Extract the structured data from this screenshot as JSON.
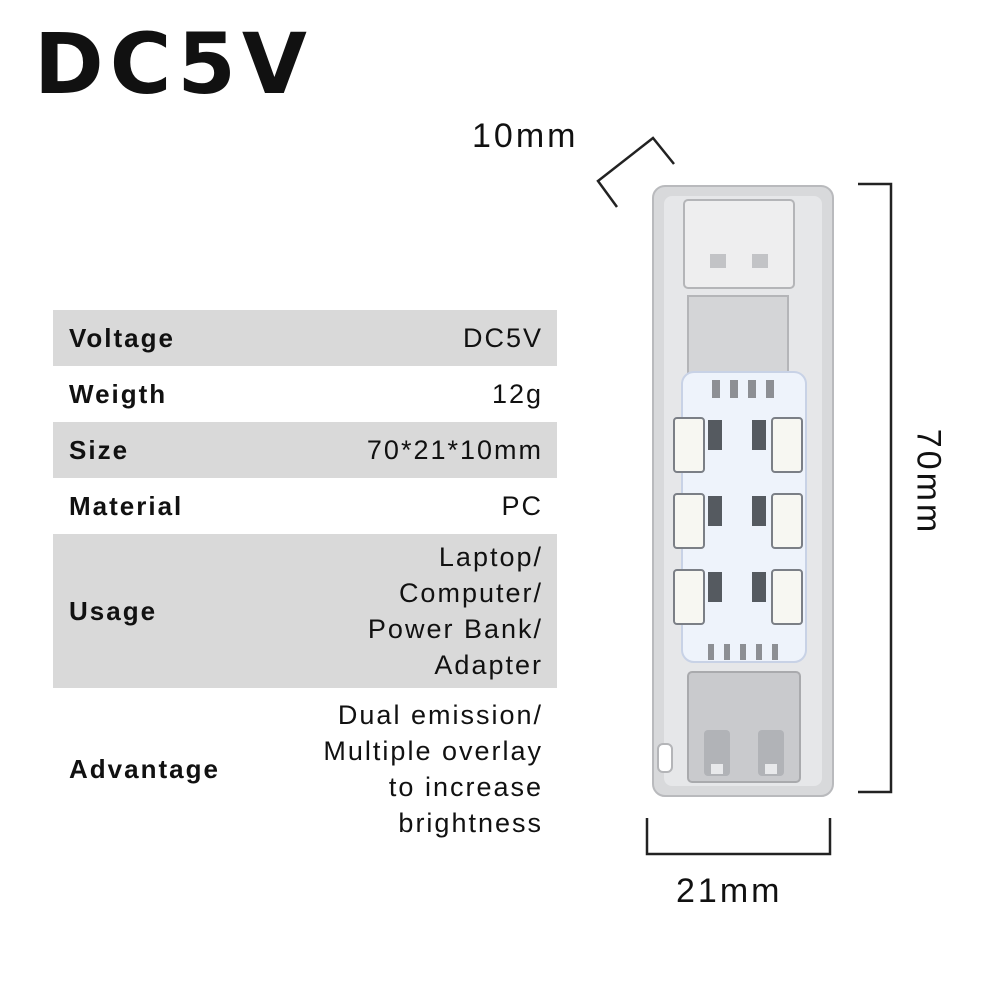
{
  "headline": "DC5V",
  "specs": [
    {
      "label": "Voltage",
      "value": "DC5V"
    },
    {
      "label": "Weigth",
      "value": "12g"
    },
    {
      "label": "Size",
      "value": "70*21*10mm"
    },
    {
      "label": "Material",
      "value": "PC"
    },
    {
      "label": "Usage",
      "value": "Laptop/\nComputer/\nPower Bank/\nAdapter"
    },
    {
      "label": "Advantage",
      "value": "Dual emission/\nMultiple overlay\nto increase\nbrightness"
    }
  ],
  "dimensions": {
    "depth": "10mm",
    "length": "70mm",
    "width": "21mm"
  },
  "colors": {
    "row_shade": "#d9d9d9",
    "text": "#111111",
    "pcb": "#eef3fb",
    "led": "#f7f7f2"
  }
}
